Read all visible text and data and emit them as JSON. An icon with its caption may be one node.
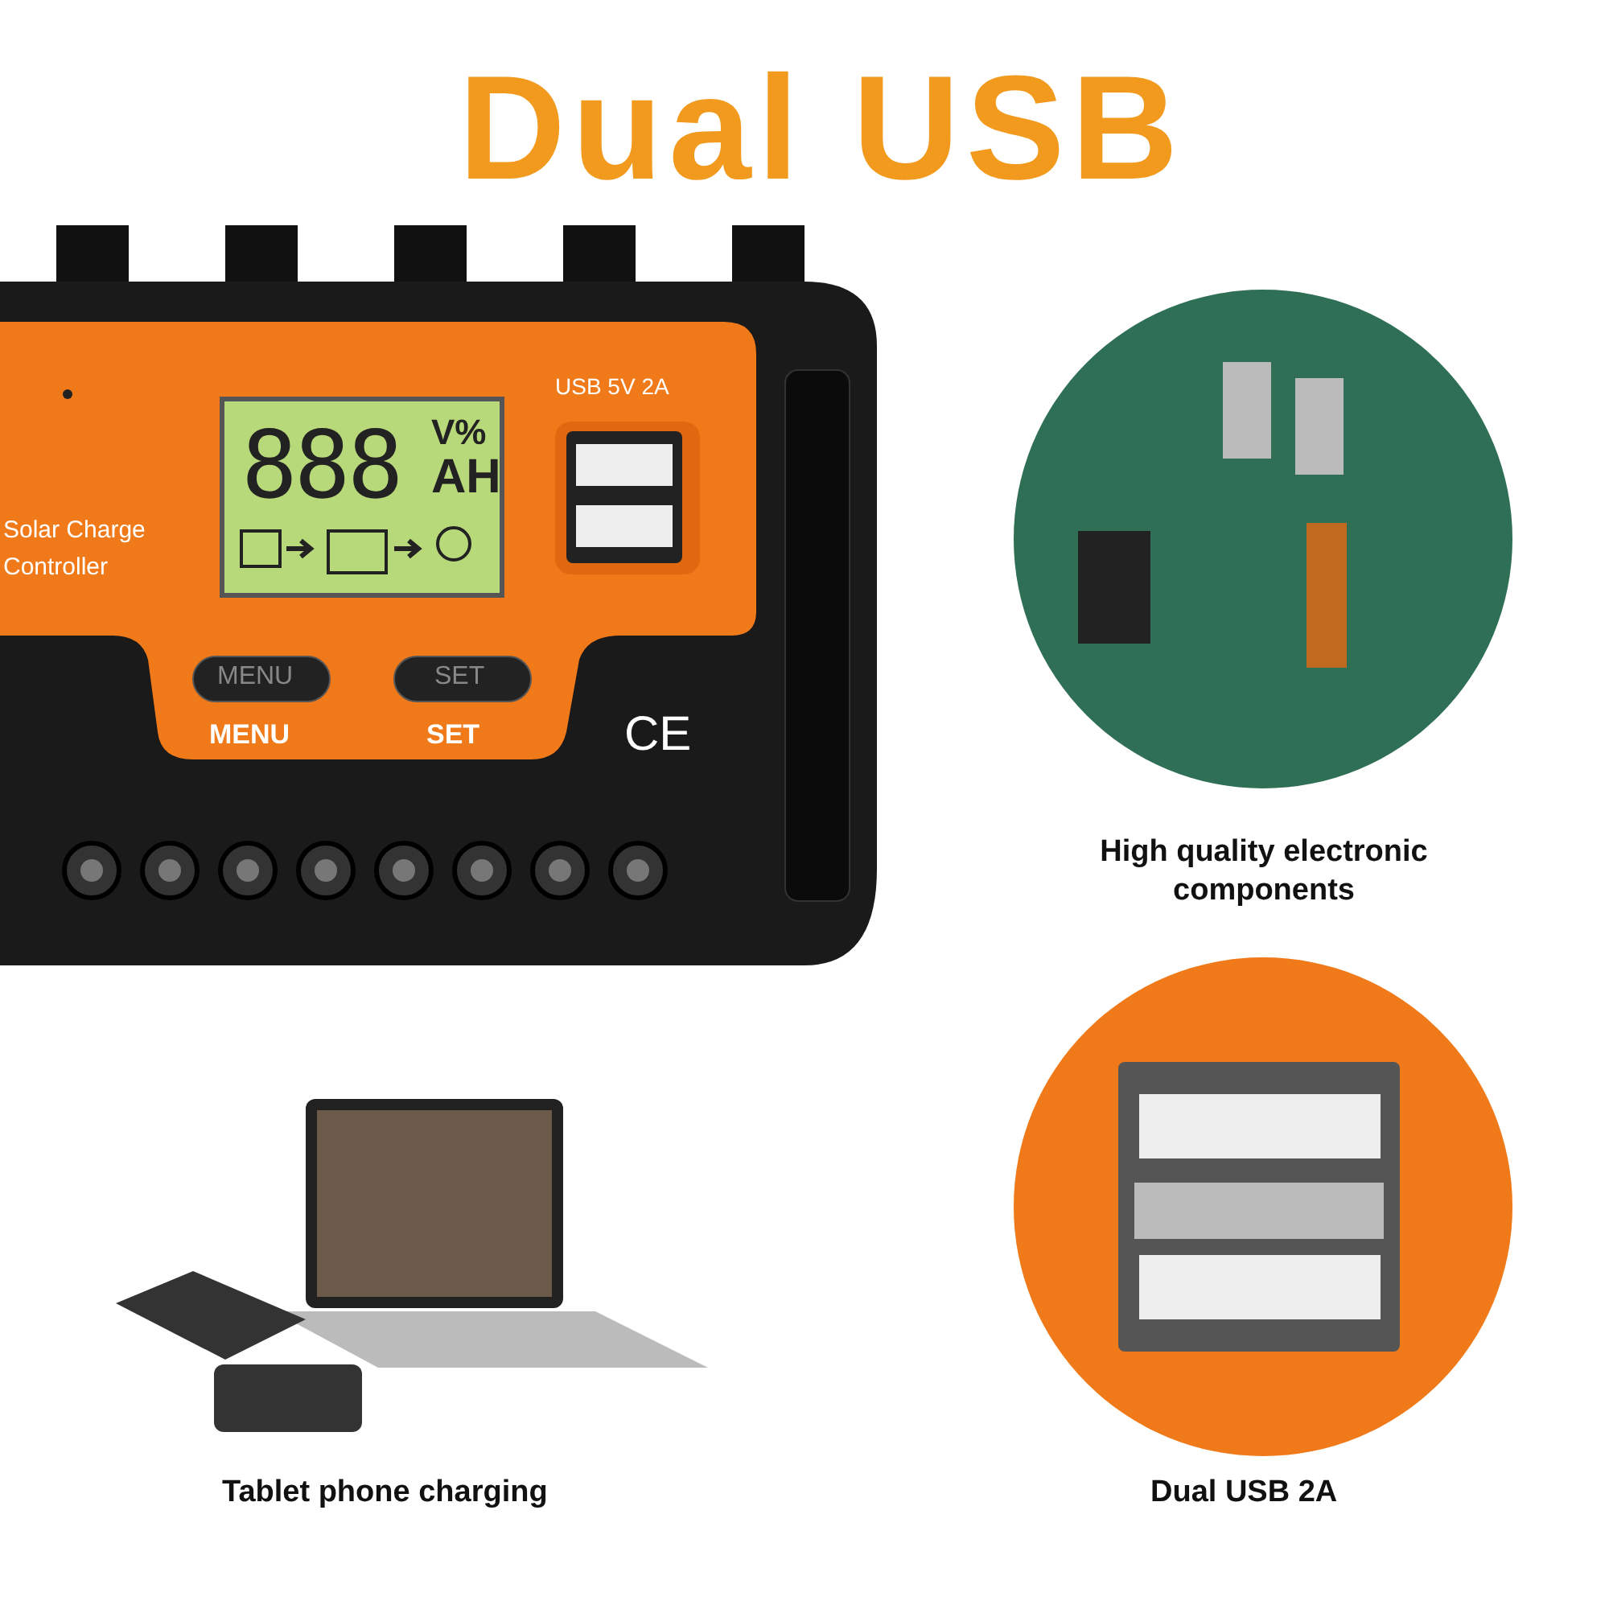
{
  "diagram": {
    "title": "Dual USB",
    "labels": [
      "USB 5V 2A",
      "888",
      "V%",
      "AH",
      "Solar Charge Controller",
      "MENU",
      "SET",
      "MENU",
      "SET",
      "CE",
      "High quality electronic components",
      "Tablet phone charging",
      "Dual USB 2A"
    ]
  }
}
